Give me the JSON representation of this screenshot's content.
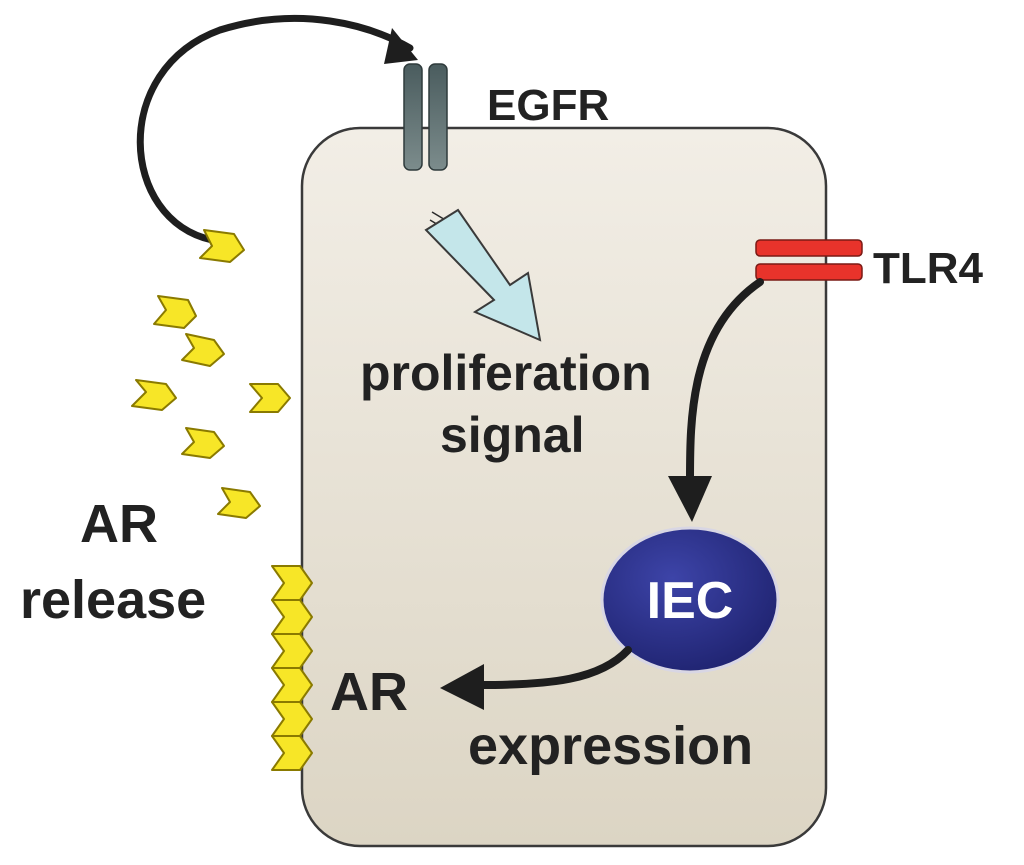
{
  "labels": {
    "egfr": "EGFR",
    "tlr4": "TLR4",
    "proliferation_line1": "proliferation",
    "proliferation_line2": "signal",
    "ar_release_line1": "AR",
    "ar_release_line2": "release",
    "ar": "AR",
    "expression": "expression",
    "iec": "IEC"
  },
  "colors": {
    "cell_fill_top": "#f1ede5",
    "cell_fill_bottom": "#ddd6c6",
    "cell_stroke": "#3a3a3a",
    "egfr": "#56686a",
    "tlr4": "#e8332b",
    "ar_molecule": "#f7e627",
    "ar_molecule_stroke": "#8a7a00",
    "signal_arrow": "#bfe3e8",
    "iec_fill": "#2a2f86",
    "text": "#222222"
  }
}
